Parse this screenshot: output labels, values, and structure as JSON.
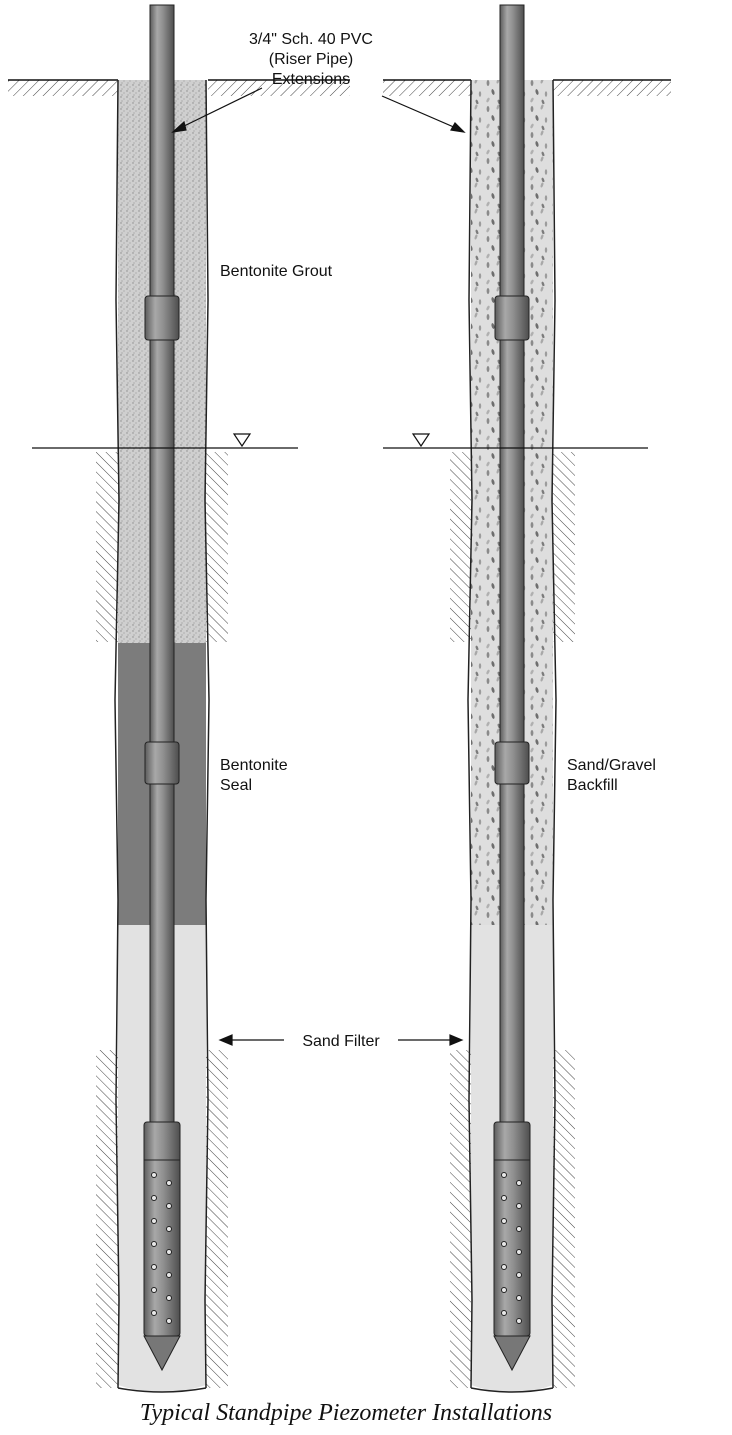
{
  "labels": {
    "riser_line1": "3/4\" Sch. 40 PVC",
    "riser_line2": "(Riser Pipe)",
    "riser_line3": "Extensions",
    "grout": "Bentonite Grout",
    "seal_line1": "Bentonite",
    "seal_line2": "Seal",
    "backfill_line1": "Sand/Gravel",
    "backfill_line2": "Backfill",
    "sand_filter": "Sand Filter"
  },
  "caption": "Typical Standpipe Piezometer Installations",
  "icons": [
    "water-table-triangle-icon",
    "arrow-icon"
  ],
  "colors": {
    "grout": "#c8c8c8",
    "bentonite_seal": "#7d7d7d",
    "sand_filter": "#e0e0e0",
    "gravel_fill": "#dddddd",
    "pipe": "#8c8c8c",
    "hatch": "#555555"
  }
}
